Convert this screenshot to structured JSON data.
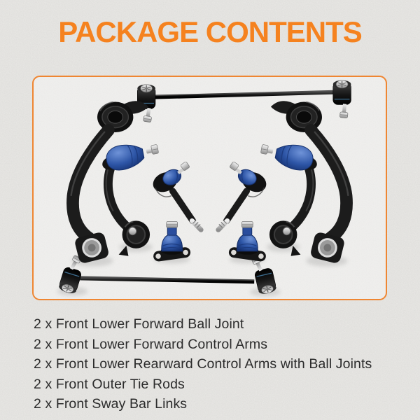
{
  "page": {
    "title": "PACKAGE CONTENTS"
  },
  "theme": {
    "accent_orange": "#F5821F",
    "box_border_orange": "#EF8632",
    "text_dark": "#2B2B2B",
    "background_gray": "#EAE9E6",
    "part_black": "#1A1A1A",
    "part_blue": "#2C52A4",
    "part_silver": "#C9C9C9"
  },
  "image": {
    "depicted_parts": [
      "front-sway-bar-link-top",
      "front-sway-bar-link-bottom",
      "front-lower-rearward-control-arm-left",
      "front-lower-rearward-control-arm-right",
      "front-lower-forward-control-arm-left",
      "front-lower-forward-control-arm-right",
      "front-outer-tie-rod-left",
      "front-outer-tie-rod-right",
      "front-lower-forward-ball-joint-left",
      "front-lower-forward-ball-joint-right"
    ]
  },
  "contents": {
    "items": [
      "2 x Front Lower Forward Ball Joint",
      "2 x Front Lower Forward Control Arms",
      "2 x Front Lower Rearward Control Arms with Ball Joints",
      "2 x Front Outer Tie Rods",
      "2 x Front Sway Bar Links"
    ]
  }
}
